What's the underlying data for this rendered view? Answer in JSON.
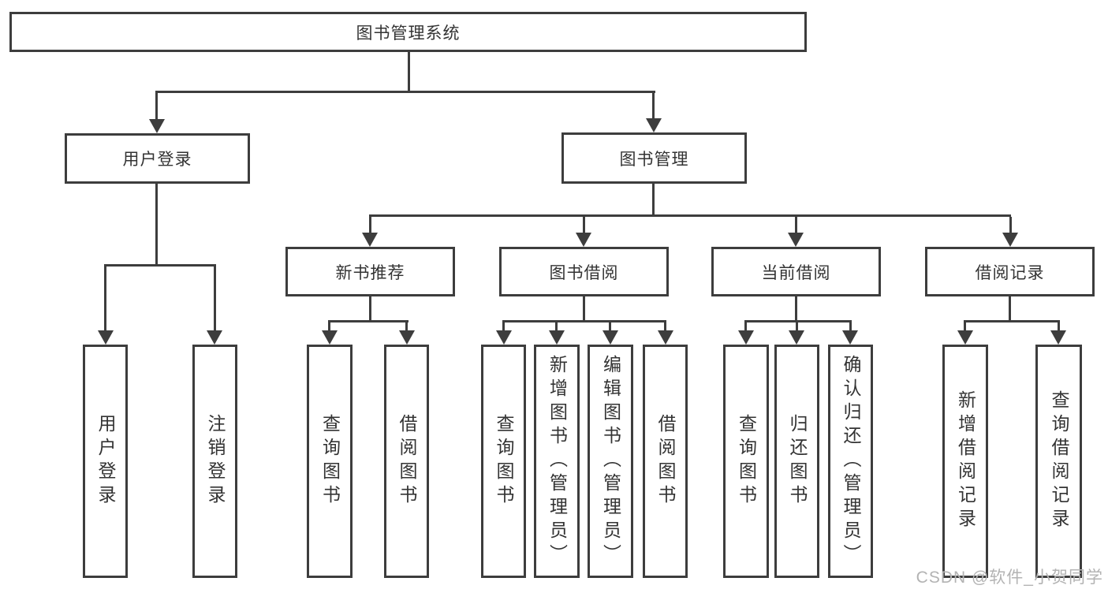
{
  "diagram": {
    "title": "图书管理系统",
    "level2": [
      {
        "label": "用户登录"
      },
      {
        "label": "图书管理"
      }
    ],
    "level3": [
      {
        "label": "新书推荐"
      },
      {
        "label": "图书借阅"
      },
      {
        "label": "当前借阅"
      },
      {
        "label": "借阅记录"
      }
    ],
    "leaves": [
      {
        "label": "用户登录"
      },
      {
        "label": "注销登录"
      },
      {
        "label": "查询图书"
      },
      {
        "label": "借阅图书"
      },
      {
        "label": "查询图书"
      },
      {
        "label": "新增图书（管理员）"
      },
      {
        "label": "编辑图书（管理员）"
      },
      {
        "label": "借阅图书"
      },
      {
        "label": "查询图书"
      },
      {
        "label": "归还图书"
      },
      {
        "label": "确认归还（管理员）"
      },
      {
        "label": "新增借阅记录"
      },
      {
        "label": "查询借阅记录"
      }
    ]
  },
  "watermark": "CSDN @软件_小贺同学",
  "colors": {
    "line": "#3d3d3d",
    "text": "#333333",
    "watermark": "#b3b3b3",
    "background": "#ffffff"
  }
}
